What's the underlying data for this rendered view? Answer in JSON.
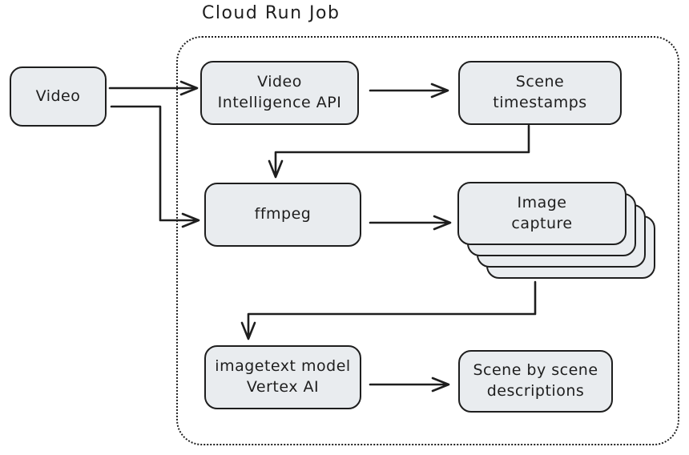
{
  "diagram": {
    "group_label": "Cloud Run Job",
    "nodes": {
      "video": {
        "lines": [
          "Video"
        ]
      },
      "video_intelligence_api": {
        "lines": [
          "Video",
          "Intelligence API"
        ]
      },
      "scene_timestamps": {
        "lines": [
          "Scene",
          "timestamps"
        ]
      },
      "ffmpeg": {
        "lines": [
          "ffmpeg"
        ]
      },
      "image_capture": {
        "lines": [
          "Image",
          "capture"
        ],
        "stack_count": 4
      },
      "imagetext_model": {
        "lines": [
          "imagetext model",
          "Vertex AI"
        ]
      },
      "scene_descriptions": {
        "lines": [
          "Scene by scene",
          "descriptions"
        ]
      }
    },
    "edges": [
      {
        "from": "video",
        "to": "video_intelligence_api"
      },
      {
        "from": "video",
        "to": "ffmpeg"
      },
      {
        "from": "video_intelligence_api",
        "to": "scene_timestamps"
      },
      {
        "from": "scene_timestamps",
        "to": "ffmpeg"
      },
      {
        "from": "ffmpeg",
        "to": "image_capture"
      },
      {
        "from": "image_capture",
        "to": "imagetext_model"
      },
      {
        "from": "imagetext_model",
        "to": "scene_descriptions"
      }
    ],
    "colors": {
      "node_fill": "#e9ecef",
      "stroke": "#1e1e1e",
      "background": "#ffffff"
    }
  }
}
